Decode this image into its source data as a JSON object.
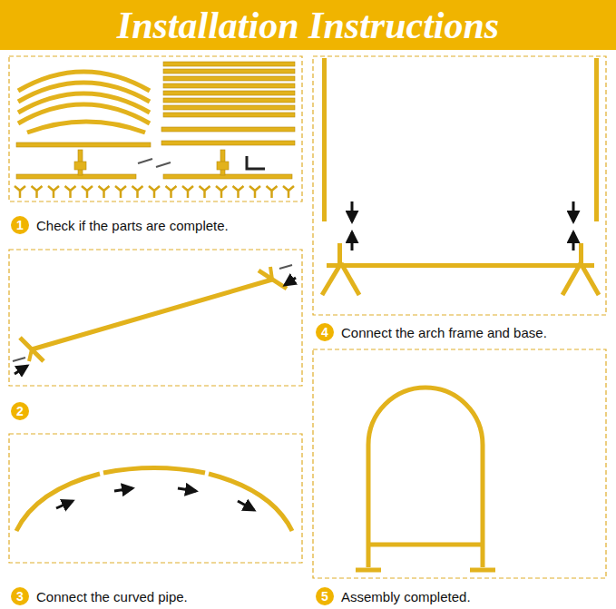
{
  "diagram": {
    "title": "Installation Instructions",
    "nodes": [
      {
        "text": [
          "1"
        ]
      },
      {
        "text": [
          "2"
        ]
      },
      {
        "text": [
          "3"
        ]
      },
      {
        "text": [
          "4"
        ]
      },
      {
        "text": [
          "5"
        ]
      }
    ],
    "labels": [
      "Check if the parts are complete.",
      "Connect the curved pipe.",
      "Connect the arch frame and base.",
      "Assembly completed."
    ]
  }
}
